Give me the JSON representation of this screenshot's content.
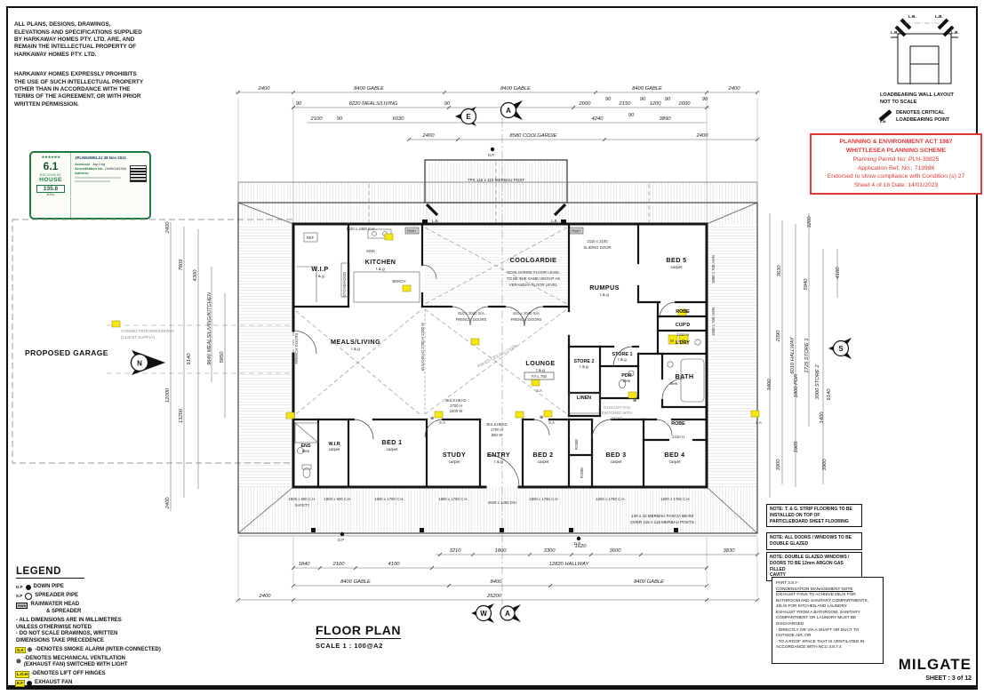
{
  "copyright": {
    "p1": "ALL PLANS, DESIGNS, DRAWINGS,\nELEVATIONS AND  SPECIFICATIONS SUPPLIED\nBY HARKAWAY HOMES PTY. LTD. ARE, AND\nREMAIN THE INTELLECTUAL PROPERTY OF\nHARKAWAY HOMES PTY. LTD.",
    "p2": "HARKAWAY HOMES EXPRESSLY PROHIBITS\nTHE USE OF SUCH INTELLECTUAL PROPERTY\nOTHER THAN IN ACCORDANCE WITH THE\nTERMS OF THE AGREEMENT, OR WITH PRIOR\nWRITTEN PERMISSION."
  },
  "loadbearing": {
    "t1": "LOADBEARING WALL LAYOUT",
    "t2": "NOT TO SCALE",
    "d1": "DENOTES CRITICAL",
    "d2": "LOADBEARING POINT",
    "lb": "L.B."
  },
  "planning": {
    "l1": "PLANNING & ENVIRONMENT ACT 1987",
    "l2": "WHITTLESEA PLANNING SCHEME",
    "l3": "Planning Permit No: PLN-39825",
    "l4": "Application Ref. No.: 713986",
    "l5": "Endorsed to show compliance with Condition (s) 27",
    "l6": "Sheet 4 of 18    Date: 14/01/2023"
  },
  "energy": {
    "stars": "★★★★★★",
    "rating": "6.1",
    "scheme1": "NATIONWIDE",
    "scheme2": "HOUSE",
    "score": "135.8",
    "unit": "MJ/m²",
    "header": "JPLNN4WEL2J 28 Nov 2021",
    "f1l": "Assessor",
    "f1v": "Jay Ling",
    "f2l": "Accreditation No.",
    "f2v": "DMN/18/1994",
    "f3l": "Address"
  },
  "garage": {
    "label": "PROPOSED GARAGE",
    "bz1": "CONNECTION  BREEZEWAY",
    "bz2": "(CLIENT SUPPLY)"
  },
  "markers": {
    "n": "N",
    "s": "S",
    "e": "E",
    "w": "W",
    "a": "A"
  },
  "rooms": {
    "wip": {
      "n": "W.I.P",
      "f": "t & g"
    },
    "kitchen": {
      "n": "KITCHEN",
      "f": "t & g"
    },
    "coolgardie": {
      "n": "COOLGARDIE"
    },
    "rumpus": {
      "n": "RUMPUS",
      "f": "t & g"
    },
    "bed5": {
      "n": "BED 5",
      "f": "carpet"
    },
    "meals": {
      "n": "MEALS/LIVING",
      "f": "t & g"
    },
    "lounge": {
      "n": "LOUNGE",
      "f": "t & g"
    },
    "store1": {
      "n": "STORE 1",
      "f": "t & g"
    },
    "store2": {
      "n": "STORE 2",
      "f": "t & g"
    },
    "pdr": {
      "n": "PDR",
      "f": "tiles"
    },
    "linen": {
      "n": "LINEN"
    },
    "bath": {
      "n": "BATH",
      "f": "tiles"
    },
    "robe": {
      "n": "ROBE"
    },
    "cupd": {
      "n": "CUP'D"
    },
    "ldry": {
      "n": "L'DRY"
    },
    "ens": {
      "n": "ENS",
      "f": "tiles"
    },
    "wir": {
      "n": "W.I.R",
      "f": "carpet"
    },
    "bed1": {
      "n": "BED 1",
      "f": "carpet"
    },
    "study": {
      "n": "STUDY",
      "f": "carpet"
    },
    "entry": {
      "n": "ENTRY",
      "f": "t & g"
    },
    "bed2": {
      "n": "BED 2",
      "f": "carpet"
    },
    "bed3": {
      "n": "BED 3",
      "f": "carpet"
    },
    "bed4": {
      "n": "BED 4",
      "f": "carpet"
    }
  },
  "labels": {
    "tps": "TPS 115 x 115 MERBAU POST",
    "fascia1": "140 x 42 MERBAU FASCIA BEAM",
    "fascia2": "OVER 115 x 115 MERBAU POSTS",
    "raked": "RAKED CEILING OVER",
    "ffl": "F.F.L 760",
    "cg1": "COOLGARDIE FLOOR LEVEL",
    "cg2": "TO BE THE SAME HEIGHT AS",
    "cg3": "VERANDAH FLOOR LEVEL",
    "ef1": "EXHAUST FAN",
    "ef2": "SWITCHED WITH",
    "ef3": "LIGHT",
    "bh": "BULKHEAD",
    "bh_h": "2700 H",
    "bh_w": "2200 W",
    "bh_w2": "890 W",
    "bh_rot": "BULKHEAD 2700 H 2200 W",
    "sliding1": "2110 x 2100",
    "sliding2": "SLIDING DOOR",
    "french1": "810 x 2040 S/A",
    "french2": "FRENCH DOORS",
    "frenchv": "FRENCH DOORS",
    "win_ch": "1800 x 1780 C.H.",
    "win_600": "1800 x 600 C.H.",
    "safety": "SAFETY",
    "win_dh": "2640 x 1480 D/H",
    "win_top": "1620 x 2380 C.H.",
    "awn": "1800 x 700 AWN",
    "rwh": "RWH",
    "dp": "D.P",
    "sa": "S.A",
    "stove": "STOVE/HOOD",
    "sink": "SINK",
    "bench": "BENCH",
    "ref": "REF",
    "h2410": "2410 H",
    "w": "W",
    "d": "D",
    "lb": "L.B."
  },
  "dims": {
    "t1": [
      "2400",
      "8400 GABLE",
      "8400 GABLE",
      "8400 GABLE",
      "2400"
    ],
    "t2": [
      "90",
      "8220 MEALS/LIVING",
      "90",
      "2000",
      "90",
      "2150",
      "90",
      "1200",
      "90",
      "2600",
      "90"
    ],
    "t3": [
      "2100",
      "90",
      "6030",
      "4240",
      "90",
      "3890"
    ],
    "t4": [
      "2400",
      "8580 COOLGARDIE",
      "2400"
    ],
    "b1": [
      "3210",
      "1800",
      "3300",
      "1620",
      "3600",
      "3830"
    ],
    "b2": [
      "1840",
      "2100",
      "4100",
      "12820 HALLWAY"
    ],
    "b3": [
      "8400 GABLE",
      "8400",
      "8400 GABLE"
    ],
    "b4": [
      "2400",
      "25200"
    ],
    "left": [
      "2400",
      "7605",
      "4300",
      "5140",
      "9640 MEALS/LIVING/KITCHEN",
      "5850",
      "12000",
      "13200",
      "2400"
    ],
    "right": [
      "3200",
      "3630",
      "5940",
      "4100",
      "2090",
      "6010 HALLWAY",
      "1725 STORE 1",
      "1800 PDR",
      "3000 STORE 2",
      "3400",
      "5140",
      "1400",
      "1905",
      "3900",
      "3900"
    ]
  },
  "legend": {
    "title": "LEGEND",
    "dp_abbr": "D.P",
    "dp": "DOWN PIPE",
    "sp_abbr": "S.P",
    "sp": "SPREADER PIPE",
    "rwh_abbr": "RWH",
    "rwh1": "RAINWATER HEAD",
    "rwh2": "& SPREADER",
    "n1": "- ALL DIMENSIONS ARE IN MILLIMETRES\n  UNLESS OTHERWISE NOTED\n- DO NOT SCALE DRAWINGS, WRITTEN\n  DIMENSIONS TAKE PRECEDENCE",
    "sa_abbr": "S.A",
    "sa": "-DENOTES SMOKE ALARM (INTER-CONNECTED)",
    "mv": "-DENOTES MECHANICAL VENTILATION\n(EXHAUST FAN) SWITCHED WITH LIGHT",
    "loh_abbr": "L.O.H",
    "loh": "-DENOTES LIFT OFF HINGES",
    "ef_abbr": "E.F",
    "ef": "EXHAUST FAN"
  },
  "notes": {
    "n1": "NOTE: T. & G. STRIP FLOORING TO BE\nINSTALLED ON TOP OF\nPARTICLEBOARD SHEET FLOORING",
    "n2": "NOTE: ALL DOORS / WINDOWS TO BE\nDOUBLE GLAZED",
    "n3": "NOTE: DOUBLE GLAZED WINDOWS /\nDOORS TO BE 12mm ARGON GAS FILLED\nCAVITY",
    "p1": "PART 3.8.7-",
    "p2": "CONDENSATION MANAGEMENT NOTE",
    "p3": "EXHAUST FANS TO ACHIEVE 25L/S FOR\nBATHROOM AND SANITARY COMPARTMENTS,\n40L/S FOR KITCHEN AND LAUNDRY\nEXHAUST FROM A BATHROOM, SANITARY\nCOMPARTMENT OR LAUNDRY MUST BE\nDISCHARGED\n-   DIRECTLY OR VIA A SHAFT OR DUCT TO\n    OUTSIDE AIR, OR\n-   TO A ROOF SPACE THAT IS VENTILATED IN\n    ACCORDANCE WITH NCC 3.8.7.4"
  },
  "title": {
    "name": "FLOOR PLAN",
    "scale": "SCALE  1 : 100@A2"
  },
  "sheetinfo": {
    "brand": "MILGATE",
    "sheet": "SHEET : 3 of 12"
  }
}
